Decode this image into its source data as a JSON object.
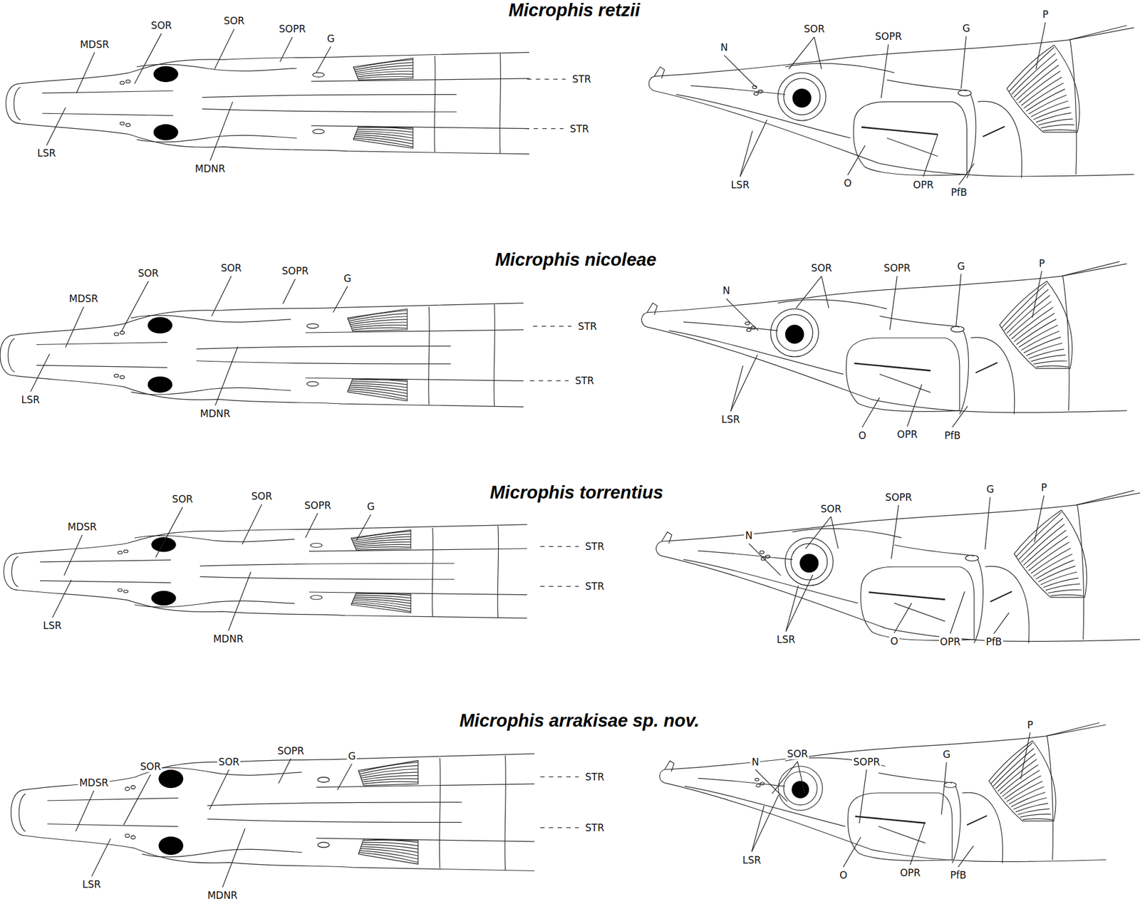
{
  "diagram": {
    "labels": [
      "Microphis retzii",
      "SOR",
      "SOR",
      "SOPR",
      "G",
      "MDSR",
      "STR",
      "STR",
      "LSR",
      "MDNR",
      "SOR",
      "SOPR",
      "G",
      "P",
      "N",
      "LSR",
      "O",
      "OPR",
      "PfB",
      "Microphis nicoleae",
      "SOR",
      "SOR",
      "SOPR",
      "G",
      "MDSR",
      "STR",
      "STR",
      "LSR",
      "MDNR",
      "SOR",
      "SOPR",
      "G",
      "P",
      "N",
      "LSR",
      "O",
      "OPR",
      "PfB",
      "Microphis torrentius",
      "SOR",
      "SOR",
      "SOPR",
      "G",
      "MDSR",
      "STR",
      "STR",
      "LSR",
      "MDNR",
      "SOR",
      "SOPR",
      "G",
      "P",
      "N",
      "LSR",
      "O",
      "OPR",
      "PfB",
      "Microphis arrakisae sp. nov.",
      "SOR",
      "SOR",
      "SOPR",
      "G",
      "MDSR",
      "STR",
      "STR",
      "LSR",
      "MDNR",
      "P",
      "SOR",
      "N",
      "SOPR",
      "G",
      "LSR",
      "O",
      "OPR",
      "PfB"
    ]
  }
}
